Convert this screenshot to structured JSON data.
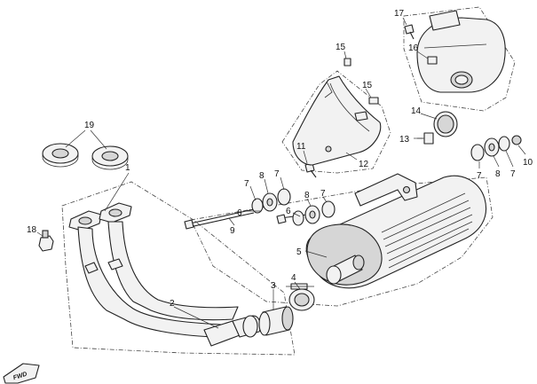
{
  "diagram": {
    "callouts": [
      "1",
      "2",
      "3",
      "4",
      "5",
      "6",
      "7",
      "8",
      "9",
      "10",
      "11",
      "12",
      "13",
      "14",
      "15",
      "16",
      "17",
      "18",
      "19"
    ],
    "badge": "FWD"
  }
}
